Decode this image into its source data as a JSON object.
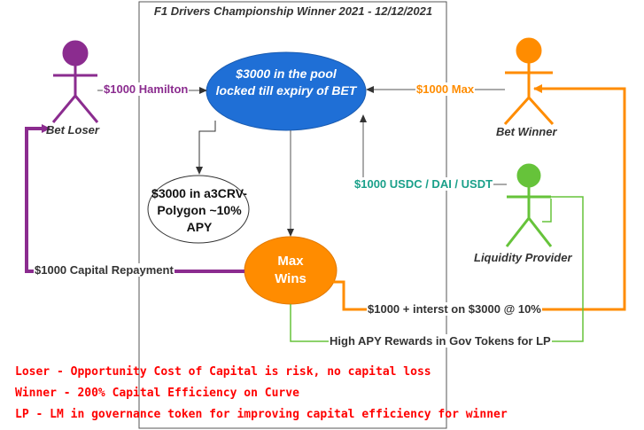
{
  "title": "F1 Drivers Championship Winner 2021 - 12/12/2021",
  "actors": {
    "bet_loser": "Bet Loser",
    "bet_winner": "Bet Winner",
    "liquidity_provider": "Liquidity Provider"
  },
  "nodes": {
    "pool": "$3000 in the pool locked till expiry of BET",
    "yield": "$3000 in a3CRV-Polygon ~10% APY",
    "outcome": "Max Wins"
  },
  "edges": {
    "hamilton": "$1000 Hamilton",
    "max": "$1000 Max",
    "stablecoins": "$1000 USDC / DAI / USDT",
    "repayment": "$1000 Capital Repayment",
    "interest": "$1000 + interst on $3000 @ 10%",
    "lp_rewards": "High APY Rewards in Gov Tokens for LP"
  },
  "notes": [
    "Loser - Opportunity Cost of Capital is risk, no capital loss",
    "Winner - 200% Capital Efficiency on Curve",
    "LP - LM in governance token for improving capital efficiency for winner"
  ],
  "colors": {
    "loser": "#8b2c8f",
    "winner": "#ff8c00",
    "lp": "#66c33a",
    "pool": "#1f6fd6",
    "stablecoin_label": "#1aa08a",
    "notes": "#ff0000"
  }
}
